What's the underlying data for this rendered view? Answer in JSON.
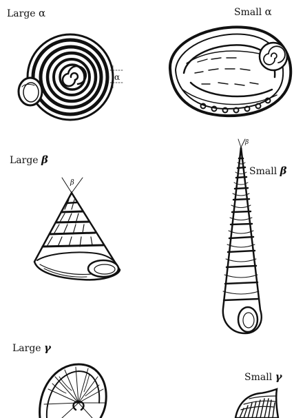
{
  "labels": {
    "large_alpha": {
      "word": "Large",
      "symbol": "α"
    },
    "small_alpha": {
      "word": "Small",
      "symbol": "α"
    },
    "large_beta": {
      "word": "Large",
      "symbol": "β"
    },
    "small_beta": {
      "word": "Small",
      "symbol": "β"
    },
    "large_gamma": {
      "word": "Large",
      "symbol": "γ"
    },
    "small_gamma": {
      "word": "Small",
      "symbol": "γ"
    }
  },
  "angle_marks": {
    "alpha": "α",
    "beta": "β"
  },
  "ink_color": "#111111",
  "paper_color": "#ffffff"
}
